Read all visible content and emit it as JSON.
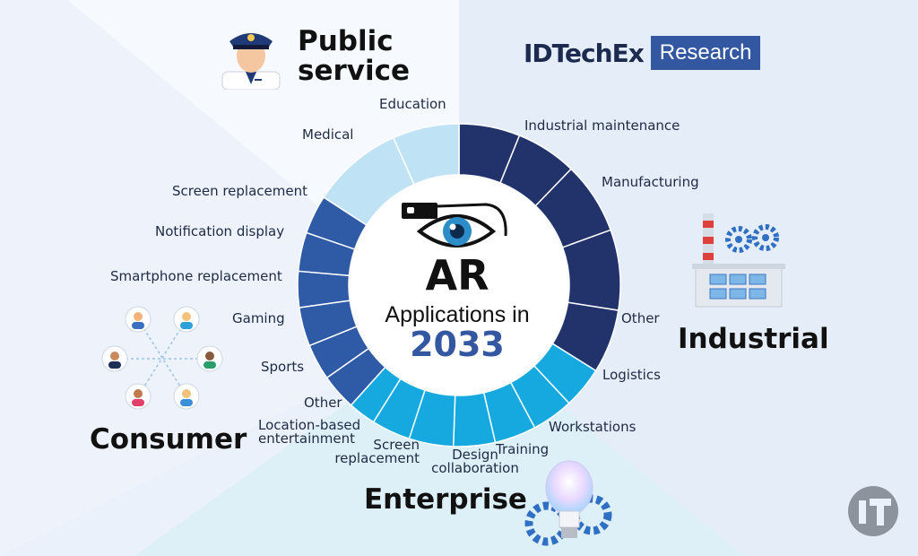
{
  "brand": {
    "name": "IDTechEx",
    "tag": "Research"
  },
  "center": {
    "title": "AR",
    "subtitle": "Applications in",
    "year": "2033"
  },
  "categories": {
    "public_service": {
      "label_line1": "Public",
      "label_line2": "service"
    },
    "industrial": {
      "label": "Industrial"
    },
    "consumer": {
      "label": "Consumer"
    },
    "enterprise": {
      "label": "Enterprise"
    }
  },
  "segments": {
    "education": "Education",
    "medical": "Medical",
    "industrial_maintenance": "Industrial maintenance",
    "manufacturing": "Manufacturing",
    "industrial_other": "Other",
    "logistics": "Logistics",
    "workstations": "Workstations",
    "training": "Training",
    "design_collaboration_1": "Design",
    "design_collaboration_2": "collaboration",
    "enterprise_screen_replacement_1": "Screen",
    "enterprise_screen_replacement_2": "replacement",
    "location_based_1": "Location-based",
    "location_based_2": "entertainment",
    "consumer_other": "Other",
    "sports": "Sports",
    "gaming": "Gaming",
    "smartphone_replacement": "Smartphone replacement",
    "notification_display": "Notification display",
    "consumer_screen_replacement": "Screen replacement"
  },
  "colors": {
    "industrial": "#22336b",
    "enterprise": "#16a9df",
    "consumer": "#2f5aa6",
    "public_service": "#bfe3f5",
    "year": "#3358a1"
  },
  "icons": [
    "police-officer-icon",
    "factory-icon",
    "gear-icon",
    "people-network-icon",
    "smart-bulb-icon",
    "ar-glasses-eye-icon",
    "logo-icon"
  ]
}
